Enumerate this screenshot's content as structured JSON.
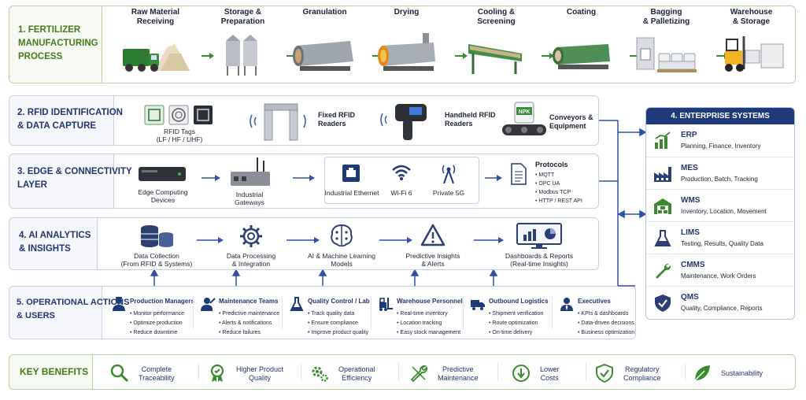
{
  "process": {
    "label_line1": "1. FERTILIZER",
    "label_line2": "MANUFACTURING",
    "label_line3": "PROCESS",
    "stages": [
      {
        "line1": "Raw Material",
        "line2": "Receiving"
      },
      {
        "line1": "Storage &",
        "line2": "Preparation"
      },
      {
        "line1": "Granulation",
        "line2": ""
      },
      {
        "line1": "Drying",
        "line2": ""
      },
      {
        "line1": "Cooling &",
        "line2": "Screening"
      },
      {
        "line1": "Coating",
        "line2": ""
      },
      {
        "line1": "Bagging",
        "line2": "& Palletizing"
      },
      {
        "line1": "Warehouse",
        "line2": "& Storage"
      }
    ]
  },
  "rfid": {
    "label_line1": "2. RFID IDENTIFICATION",
    "label_line2": "& DATA CAPTURE",
    "tags_line1": "RFID Tags",
    "tags_line2": "(LF / HF / UHF)",
    "fixed_line1": "Fixed RFID",
    "fixed_line2": "Readers",
    "handheld_line1": "Handheld RFID",
    "handheld_line2": "Readers",
    "conveyor_line1": "Conveyors &",
    "conveyor_line2": "Equipment",
    "bag_text": "NPK"
  },
  "edge": {
    "label_line1": "3. EDGE & CONNECTIVITY",
    "label_line2": "LAYER",
    "edge_line1": "Edge Computing",
    "edge_line2": "Devices",
    "gateway_line1": "Industrial",
    "gateway_line2": "Gateways",
    "ethernet": "Industrial Ethernet",
    "wifi": "Wi-Fi 6",
    "private5g": "Private 5G",
    "protocols_title": "Protocols",
    "protocols": [
      "MQTT",
      "OPC UA",
      "Modbus TCP",
      "HTTP / REST API"
    ]
  },
  "ai": {
    "label_line1": "4. AI ANALYTICS",
    "label_line2": "& INSIGHTS",
    "steps": [
      {
        "line1": "Data Collection",
        "line2": "(From RFID & Systems)"
      },
      {
        "line1": "Data Processing",
        "line2": "& Integration"
      },
      {
        "line1": "AI & Machine Learning",
        "line2": "Models"
      },
      {
        "line1": "Predictive Insights",
        "line2": "& Alerts"
      },
      {
        "line1": "Dashboards & Reports",
        "line2": "(Real-time Insights)"
      }
    ]
  },
  "users": {
    "label_line1": "5. OPERATIONAL ACTIONS",
    "label_line2": "& USERS",
    "groups": [
      {
        "title": "Production Managers",
        "items": [
          "Monitor performance",
          "Optimize production",
          "Reduce downtime"
        ]
      },
      {
        "title": "Maintenance Teams",
        "items": [
          "Predictive maintenance",
          "Alerts & notifications",
          "Reduce failures"
        ]
      },
      {
        "title": "Quality Control / Lab",
        "items": [
          "Track quality data",
          "Ensure compliance",
          "Improve product quality"
        ]
      },
      {
        "title": "Warehouse Personnel",
        "items": [
          "Real-time inventory",
          "Location tracking",
          "Easy stock management"
        ]
      },
      {
        "title": "Outbound Logistics",
        "items": [
          "Shipment verification",
          "Route optimization",
          "On-time delivery"
        ]
      },
      {
        "title": "Executives",
        "items": [
          "KPIs & dashboards",
          "Data-driven decisions",
          "Business optimization"
        ]
      }
    ]
  },
  "enterprise": {
    "title": "4. ENTERPRISE SYSTEMS",
    "systems": [
      {
        "name": "ERP",
        "desc": "Planning, Finance, Inventory",
        "icon": "bar-chart-icon"
      },
      {
        "name": "MES",
        "desc": "Production, Batch, Tracking",
        "icon": "factory-icon"
      },
      {
        "name": "WMS",
        "desc": "Inventory, Location, Movement",
        "icon": "warehouse-icon"
      },
      {
        "name": "LIMS",
        "desc": "Testing, Results, Quality Data",
        "icon": "flask-icon"
      },
      {
        "name": "CMMS",
        "desc": "Maintenance, Work Orders",
        "icon": "wrench-icon"
      },
      {
        "name": "QMS",
        "desc": "Quality, Compliance, Reports",
        "icon": "shield-check-icon"
      }
    ]
  },
  "benefits": {
    "title": "KEY BENEFITS",
    "items": [
      {
        "line1": "Complete",
        "line2": "Traceability",
        "icon": "magnifier-icon"
      },
      {
        "line1": "Higher Product",
        "line2": "Quality",
        "icon": "award-icon"
      },
      {
        "line1": "Operational",
        "line2": "Efficiency",
        "icon": "gears-icon"
      },
      {
        "line1": "Predictive",
        "line2": "Maintenance",
        "icon": "wrench-icon"
      },
      {
        "line1": "Lower",
        "line2": "Costs",
        "icon": "down-arrow-circle-icon"
      },
      {
        "line1": "Regulatory",
        "line2": "Compliance",
        "icon": "shield-check-icon"
      },
      {
        "line1": "Sustainability",
        "line2": "",
        "icon": "leaf-icon"
      }
    ]
  },
  "colors": {
    "navy": "#22356f",
    "green": "#4a7a1e",
    "enterprise_header": "#1f3a7a",
    "panel_border": "#c6cfe6"
  }
}
